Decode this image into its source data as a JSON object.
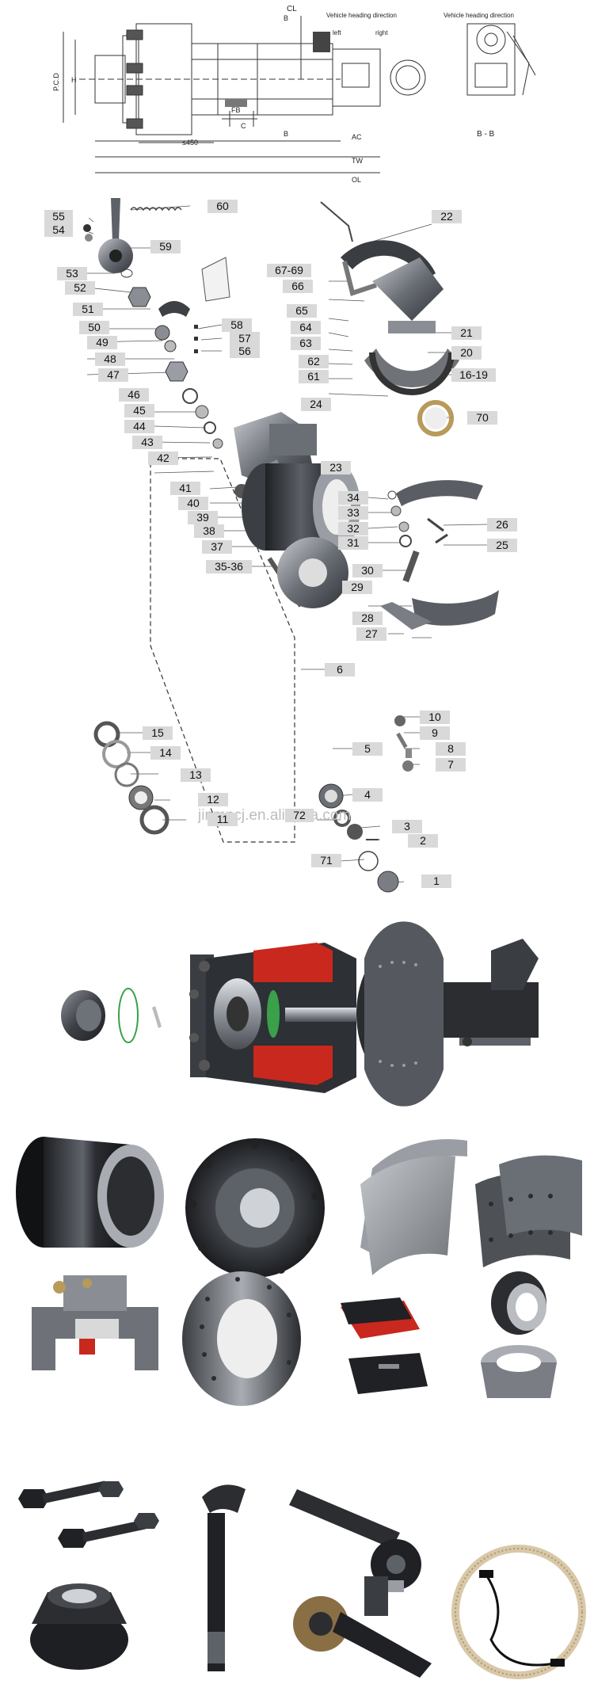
{
  "drawing": {
    "cl": "CL",
    "heading_1": "Vehicle heading direction",
    "heading_2": "Vehicle heading direction",
    "left": "left",
    "right": "right",
    "b_top": "B",
    "b_bottom": "B",
    "pcd": "P.C.D",
    "h": "H",
    "fb": "FB",
    "c": "C",
    "le450": "≤450",
    "ac": "AC",
    "tw": "TW",
    "ol": "OL",
    "section_bb": "B - B"
  },
  "callouts": [
    {
      "id": "c60",
      "text": "60"
    },
    {
      "id": "c55",
      "text": "55"
    },
    {
      "id": "c54",
      "text": "54"
    },
    {
      "id": "c59",
      "text": "59"
    },
    {
      "id": "c53",
      "text": "53"
    },
    {
      "id": "c52",
      "text": "52"
    },
    {
      "id": "c51",
      "text": "51"
    },
    {
      "id": "c50",
      "text": "50"
    },
    {
      "id": "c49",
      "text": "49"
    },
    {
      "id": "c48",
      "text": "48"
    },
    {
      "id": "c47",
      "text": "47"
    },
    {
      "id": "c58",
      "text": "58"
    },
    {
      "id": "c57",
      "text": "57"
    },
    {
      "id": "c56",
      "text": "56"
    },
    {
      "id": "c22",
      "text": "22"
    },
    {
      "id": "c6769",
      "text": "67-69"
    },
    {
      "id": "c66",
      "text": "66"
    },
    {
      "id": "c65",
      "text": "65"
    },
    {
      "id": "c64",
      "text": "64"
    },
    {
      "id": "c63",
      "text": "63"
    },
    {
      "id": "c62",
      "text": "62"
    },
    {
      "id": "c61",
      "text": "61"
    },
    {
      "id": "c21",
      "text": "21"
    },
    {
      "id": "c20",
      "text": "20"
    },
    {
      "id": "c1619",
      "text": "16-19"
    },
    {
      "id": "c70",
      "text": "70"
    },
    {
      "id": "c46",
      "text": "46"
    },
    {
      "id": "c45",
      "text": "45"
    },
    {
      "id": "c44",
      "text": "44"
    },
    {
      "id": "c43",
      "text": "43"
    },
    {
      "id": "c42",
      "text": "42"
    },
    {
      "id": "c24",
      "text": "24"
    },
    {
      "id": "c23",
      "text": "23"
    },
    {
      "id": "c41",
      "text": "41"
    },
    {
      "id": "c40",
      "text": "40"
    },
    {
      "id": "c39",
      "text": "39"
    },
    {
      "id": "c38",
      "text": "38"
    },
    {
      "id": "c37",
      "text": "37"
    },
    {
      "id": "c3536",
      "text": "35-36"
    },
    {
      "id": "c34",
      "text": "34"
    },
    {
      "id": "c33",
      "text": "33"
    },
    {
      "id": "c32",
      "text": "32"
    },
    {
      "id": "c31",
      "text": "31"
    },
    {
      "id": "c26",
      "text": "26"
    },
    {
      "id": "c25",
      "text": "25"
    },
    {
      "id": "c30",
      "text": "30"
    },
    {
      "id": "c29",
      "text": "29"
    },
    {
      "id": "c28",
      "text": "28"
    },
    {
      "id": "c27",
      "text": "27"
    },
    {
      "id": "c6",
      "text": "6"
    },
    {
      "id": "c10",
      "text": "10"
    },
    {
      "id": "c9",
      "text": "9"
    },
    {
      "id": "c8",
      "text": "8"
    },
    {
      "id": "c7",
      "text": "7"
    },
    {
      "id": "c15",
      "text": "15"
    },
    {
      "id": "c14",
      "text": "14"
    },
    {
      "id": "c5",
      "text": "5"
    },
    {
      "id": "c13",
      "text": "13"
    },
    {
      "id": "c4",
      "text": "4"
    },
    {
      "id": "c12",
      "text": "12"
    },
    {
      "id": "c72",
      "text": "72"
    },
    {
      "id": "c11",
      "text": "11"
    },
    {
      "id": "c3",
      "text": "3"
    },
    {
      "id": "c2",
      "text": "2"
    },
    {
      "id": "c71",
      "text": "71"
    },
    {
      "id": "c1",
      "text": "1"
    }
  ],
  "watermark": "jinmncj.en.alibaba.com",
  "colors": {
    "label_bg": "#d9d9d9",
    "line": "#333333",
    "metal_dark": "#2b2d31",
    "metal_mid": "#5d6168",
    "metal_light": "#a9adb3",
    "cutaway_red": "#c8281e",
    "lining_gray": "#6f7378",
    "green_ring": "#3aa04a",
    "brass": "#b89a5a"
  }
}
